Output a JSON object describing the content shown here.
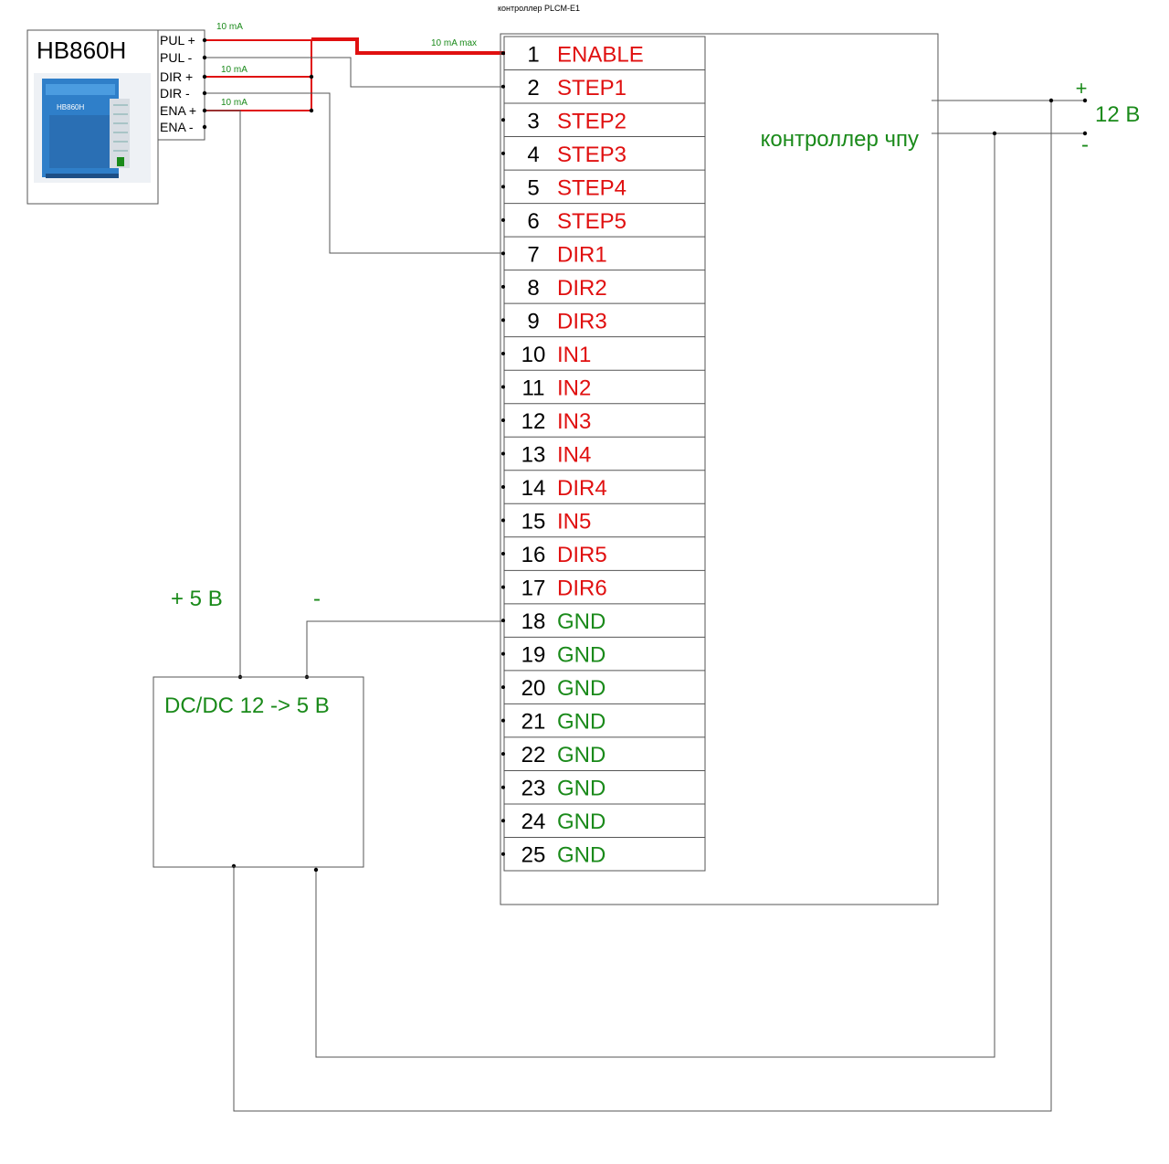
{
  "header": {
    "title": "контроллер PLCM-E1"
  },
  "driver": {
    "name": "HB860H",
    "photo_label": "HB860H",
    "terminals": [
      "PUL +",
      "PUL -",
      "DIR +",
      "DIR -",
      "ENA +",
      "ENA -"
    ]
  },
  "currents": {
    "pul": "10 mA",
    "dir": "10 mA",
    "ena": "10 mA",
    "enable_max": "10 mA  max"
  },
  "connector": {
    "pins": [
      {
        "num": "1",
        "label": "ENABLE"
      },
      {
        "num": "2",
        "label": "STEP1"
      },
      {
        "num": "3",
        "label": "STEP2"
      },
      {
        "num": "4",
        "label": "STEP3"
      },
      {
        "num": "5",
        "label": "STEP4"
      },
      {
        "num": "6",
        "label": "STEP5"
      },
      {
        "num": "7",
        "label": "DIR1"
      },
      {
        "num": "8",
        "label": "DIR2"
      },
      {
        "num": "9",
        "label": "DIR3"
      },
      {
        "num": "10",
        "label": "IN1"
      },
      {
        "num": "11",
        "label": "IN2"
      },
      {
        "num": "12",
        "label": "IN3"
      },
      {
        "num": "13",
        "label": "IN4"
      },
      {
        "num": "14",
        "label": "DIR4"
      },
      {
        "num": "15",
        "label": "IN5"
      },
      {
        "num": "16",
        "label": "DIR5"
      },
      {
        "num": "17",
        "label": "DIR6"
      },
      {
        "num": "18",
        "label": "GND"
      },
      {
        "num": "19",
        "label": "GND"
      },
      {
        "num": "20",
        "label": "GND"
      },
      {
        "num": "21",
        "label": "GND"
      },
      {
        "num": "22",
        "label": "GND"
      },
      {
        "num": "23",
        "label": "GND"
      },
      {
        "num": "24",
        "label": "GND"
      },
      {
        "num": "25",
        "label": "GND"
      }
    ]
  },
  "controller": {
    "label": "контроллер чпу"
  },
  "supply": {
    "plus": "+",
    "minus": "-",
    "voltage": "12 В"
  },
  "dcdc": {
    "label": "DC/DC  12 -> 5 В",
    "plus5": "+ 5 В",
    "minus": "-"
  },
  "colors": {
    "signal": "#e01010",
    "ground": "#1a8a1a",
    "wire": "#555555"
  }
}
